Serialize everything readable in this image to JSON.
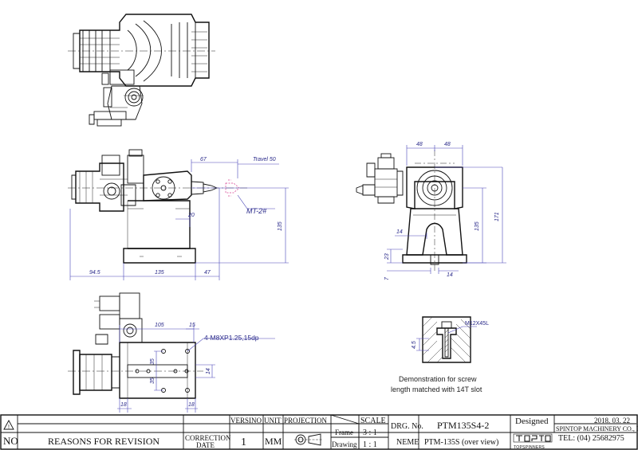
{
  "dimensions": {
    "front_view": {
      "d67": "67",
      "travel": "Travel 50",
      "callout": "MT-2#",
      "d20": "20",
      "d135_h": "135",
      "d94_5": "94.5",
      "d135_w": "135",
      "d47": "47"
    },
    "side_view": {
      "d48a": "48",
      "d48b": "48",
      "d14a": "14",
      "d23": "23",
      "d135": "135",
      "d171": "171",
      "d7": "7",
      "d14b": "14"
    },
    "top_view": {
      "d105": "105",
      "d15": "15",
      "holes": "4-M8XP1.25,15dp",
      "d35a": "35",
      "d35b": "35",
      "d14": "14",
      "d18a": "18",
      "d18b": "18"
    },
    "detail": {
      "screw": "M12X45L",
      "d4_5": "4.5"
    }
  },
  "notes": {
    "demo_line1": "Demonstration for screw",
    "demo_line2": "length matched with 14T slot"
  },
  "title_block": {
    "rev_symbol": "!",
    "no": "NO",
    "reasons": "REASONS FOR REVISION",
    "correction1": "CORRECTION",
    "correction2": "DATE",
    "version_hdr": "VERSINO",
    "version_val": "1",
    "unit_hdr": "UNIT",
    "unit_val": "MM",
    "projection_hdr": "PROJECTION",
    "scale_hdr": "SCALE",
    "frame_label": "Frame",
    "frame_val": "3 : 1",
    "drawing_label": "Drawing",
    "drawing_val": "1 : 1",
    "drg_no_label": "DRG. No.",
    "drg_no_val": "PTM135S4-2",
    "name_label": "NEME",
    "name_val": "PTM-135S (over view)",
    "designed_label": "Designed",
    "date": "2018. 03. 22",
    "company": "SPINTOP MACHINERY CO., LTD.",
    "tel": "TEL: (04) 25682975",
    "logo_text": "TOPSPINNERS"
  }
}
